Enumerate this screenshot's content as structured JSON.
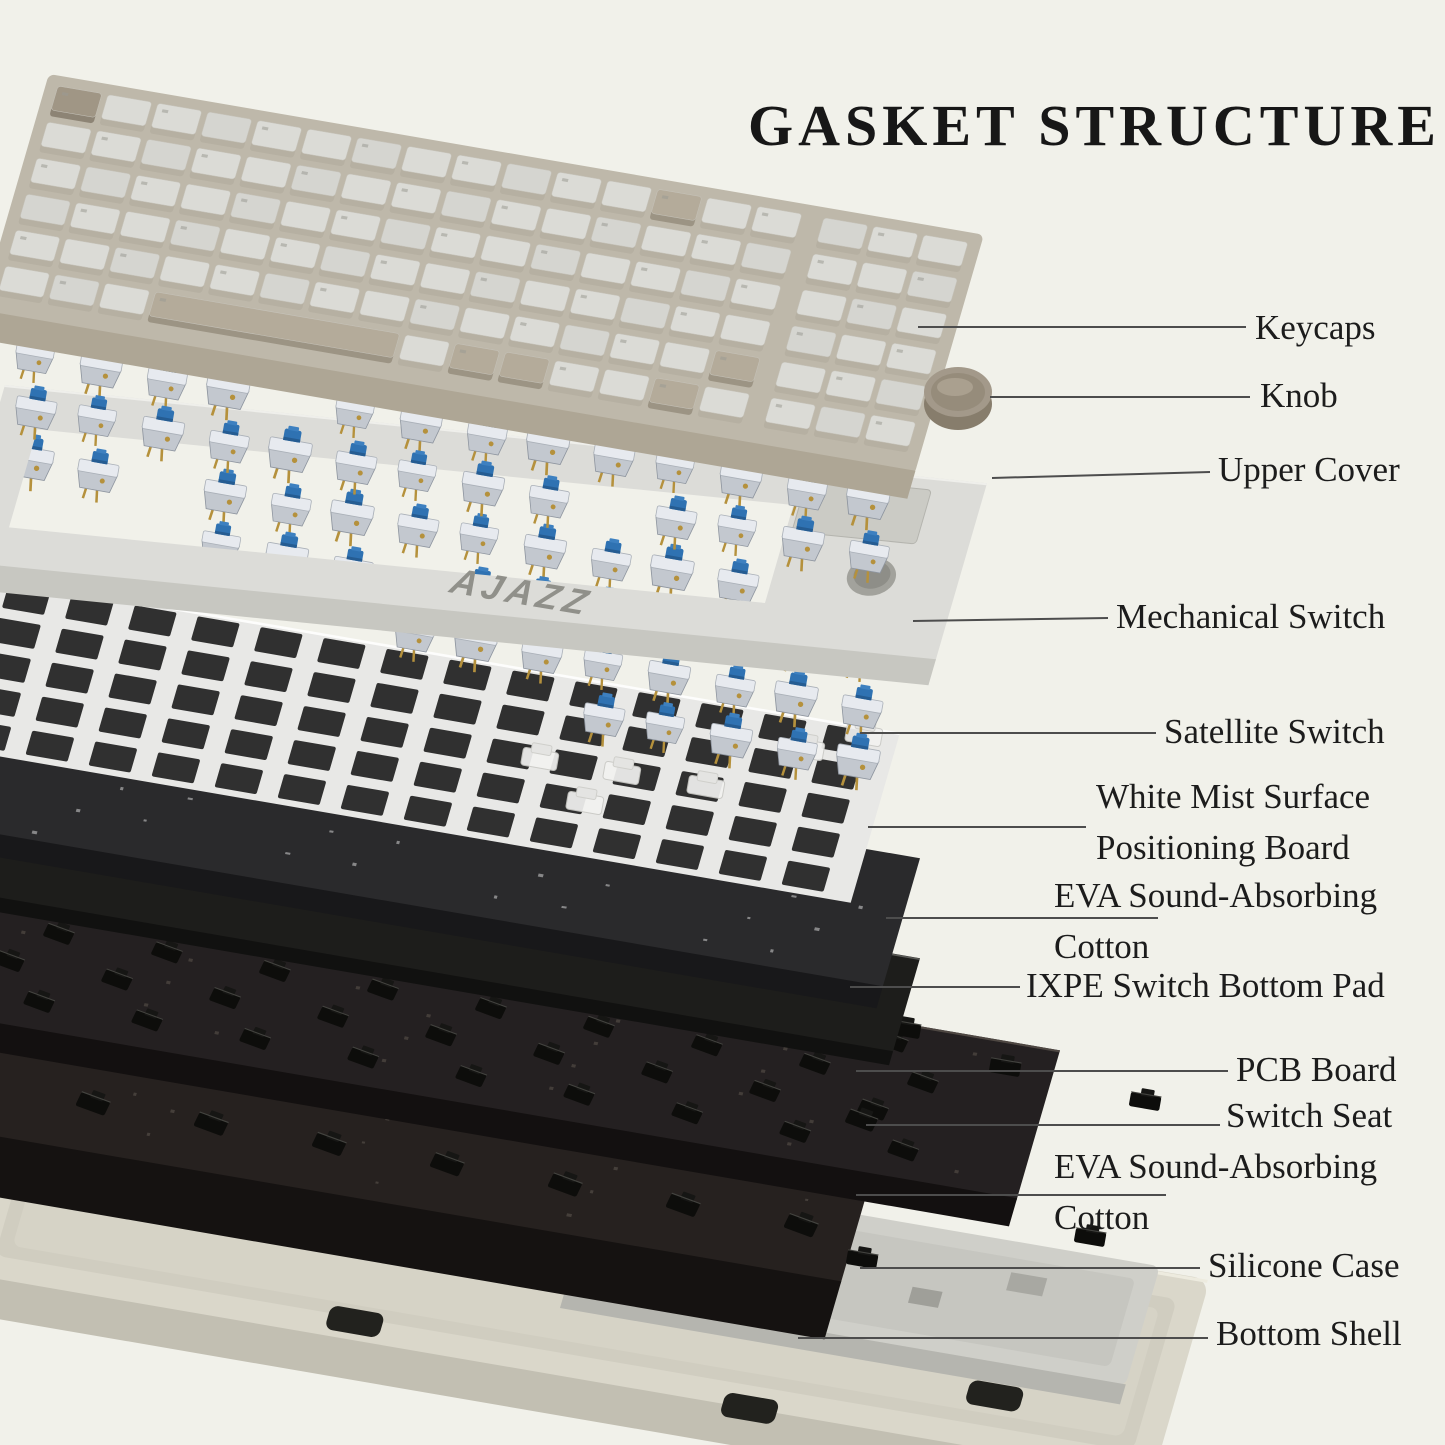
{
  "title": "GASKET STRUCTURE",
  "logo": "AJAZZ",
  "callouts": [
    {
      "id": "keycaps",
      "text": "Keycaps"
    },
    {
      "id": "knob",
      "text": "Knob"
    },
    {
      "id": "upper-cover",
      "text": "Upper Cover"
    },
    {
      "id": "mechanical-switch",
      "text": "Mechanical Switch"
    },
    {
      "id": "satellite-switch",
      "text": "Satellite Switch"
    },
    {
      "id": "positioning-board",
      "text": "White Mist Surface\nPositioning Board"
    },
    {
      "id": "eva-cotton-upper",
      "text": "EVA Sound-Absorbing\nCotton"
    },
    {
      "id": "ixpe-pad",
      "text": "IXPE Switch Bottom Pad"
    },
    {
      "id": "pcb-board",
      "text": "PCB Board"
    },
    {
      "id": "switch-seat",
      "text": "Switch Seat"
    },
    {
      "id": "eva-cotton-lower",
      "text": "EVA Sound-Absorbing\nCotton"
    },
    {
      "id": "silicone-case",
      "text": "Silicone Case"
    },
    {
      "id": "bottom-shell",
      "text": "Bottom Shell"
    }
  ],
  "palette": {
    "background": "#f1f1ea",
    "label_text": "#1c1c1c",
    "leader_line": "#4d4d4d",
    "switch_blue": "#2f72b2",
    "switch_housing": "#c3c8cf",
    "switch_gold": "#b5913c",
    "knob_bronze": "#a3998a",
    "cover_gray": "#dcdcd8",
    "plate_white": "#e8e8e6",
    "foam_dark": "#2a2a2c",
    "pcb_dark": "#242021",
    "keycap_light": "#dbdbd6",
    "keycap_tan": "#b4ab9a",
    "keycap_taupe": "#a09685",
    "silicone_gray": "#cfcfc9",
    "shell_beige": "#dad7ca"
  }
}
